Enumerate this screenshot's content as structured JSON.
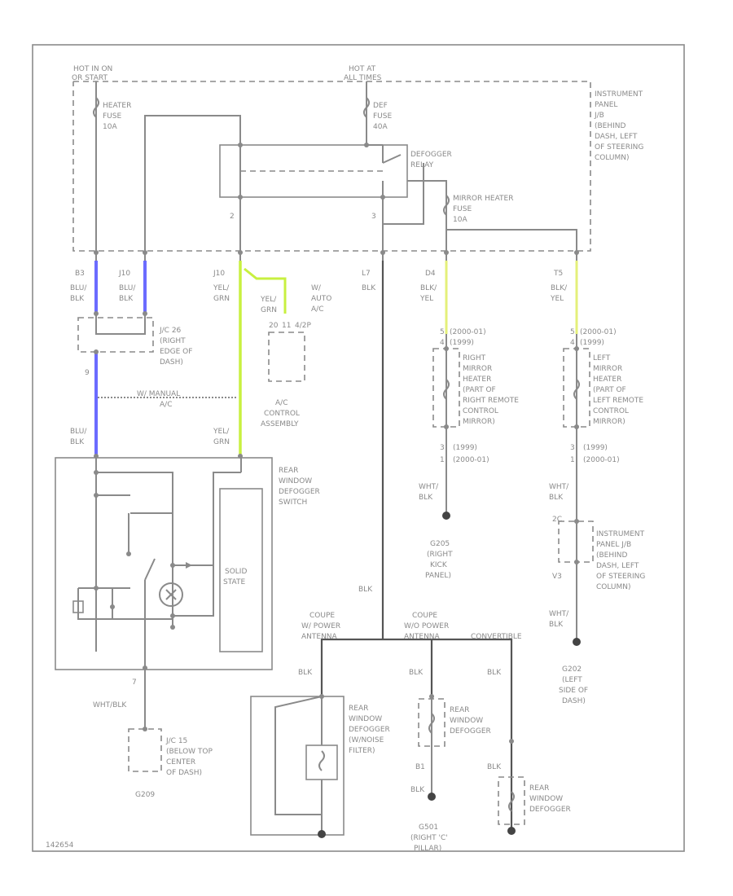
{
  "colors": {
    "wire": "#8a8a8a",
    "blue_wire": "#6b6bff",
    "yellow_green_wire": "#c8f040",
    "yellow_wire": "#e4f07a",
    "ground": "#444444"
  },
  "labels": {
    "hot_in_on_top": "HOT IN ON",
    "hot_in_on_bottom": "OR START",
    "hot_at_top": "HOT AT",
    "hot_at_bottom": "ALL TIMES",
    "heater_fuse": [
      "HEATER",
      "FUSE",
      "10A"
    ],
    "def_fuse": [
      "DEF",
      "FUSE",
      "40A"
    ],
    "defogger_relay": [
      "DEFOGGER",
      "RELAY"
    ],
    "mirror_heater_fuse": [
      "MIRROR HEATER",
      "FUSE",
      "10A"
    ],
    "instrument_panel_jb": [
      "INSTRUMENT",
      "PANEL",
      "J/B",
      "(BEHIND",
      "DASH, LEFT",
      "OF STEERING",
      "COLUMN)"
    ],
    "relay_pin_left": "2",
    "relay_pin_right": "3",
    "conn_b3": "B3",
    "conn_j10_a": "J10",
    "conn_j10_b": "J10",
    "conn_l7": "L7",
    "conn_d4": "D4",
    "conn_t5": "T5",
    "wire_blu_blk_1": [
      "BLU/",
      "BLK"
    ],
    "wire_blu_blk_2": [
      "BLU/",
      "BLK"
    ],
    "wire_yel_grn_1": [
      "YEL/",
      "GRN"
    ],
    "wire_blk_1": "BLK",
    "wire_blk_yel_1": [
      "BLK/",
      "YEL"
    ],
    "wire_blk_yel_2": [
      "BLK/",
      "YEL"
    ],
    "jc_right_edge": [
      "J/C 26",
      "(RIGHT",
      "EDGE OF",
      "DASH)"
    ],
    "jc_pin_9": "9",
    "yel_grn_auto": [
      "YEL/",
      "GRN"
    ],
    "auto_ac_label": [
      "W/",
      "AUTO",
      "A/C"
    ],
    "ac_pins": [
      "20",
      "11",
      "4/2P"
    ],
    "ac_control": [
      "A/C",
      "CONTROL",
      "ASSEMBLY"
    ],
    "w_manual_ac": [
      "W/ MANUAL",
      "A/C"
    ],
    "wire_blu_blk_3": [
      "BLU/",
      "BLK"
    ],
    "wire_yel_grn_2": [
      "YEL/",
      "GRN"
    ],
    "rear_defogger_switch": [
      "REAR",
      "WINDOW",
      "DEFOGGER",
      "SWITCH"
    ],
    "solid_state": [
      "SOLID",
      "STATE"
    ],
    "switch_pin_7": "7",
    "wht_blk_1": "WHT/BLK",
    "jc_below": [
      "J/C 15",
      "(BELOW TOP",
      "CENTER",
      "OF DASH)"
    ],
    "g209": "G209",
    "mirror_right_pins": [
      "5",
      "(2000-01)",
      "4",
      "(1999)"
    ],
    "right_mirror_heater": [
      "RIGHT",
      "MIRROR",
      "HEATER",
      "(PART OF",
      "RIGHT REMOTE",
      "CONTROL",
      "MIRROR)"
    ],
    "mirror_right_bottom_pins": [
      "3",
      "(1999)",
      "1",
      "(2000-01)"
    ],
    "wht_blk_2": [
      "WHT/",
      "BLK"
    ],
    "g205": [
      "G205",
      "(RIGHT",
      "KICK",
      "PANEL)"
    ],
    "mirror_left_pins": [
      "5",
      "(2000-01)",
      "4",
      "(1999)"
    ],
    "left_mirror_heater": [
      "LEFT",
      "MIRROR",
      "HEATER",
      "(PART OF",
      "LEFT REMOTE",
      "CONTROL",
      "MIRROR)"
    ],
    "mirror_left_bottom_pins": [
      "3",
      "(1999)",
      "1",
      "(2000-01)"
    ],
    "wht_blk_3": [
      "WHT/",
      "BLK"
    ],
    "ip_jb_lower": [
      "INSTRUMENT",
      "PANEL J/B",
      "(BEHIND",
      "DASH, LEFT",
      "OF STEERING",
      "COLUMN)"
    ],
    "jb_pins": [
      "2C",
      "V3"
    ],
    "wht_blk_4": [
      "WHT/",
      "BLK"
    ],
    "g202": [
      "G202",
      "(LEFT",
      "SIDE OF",
      "DASH)"
    ],
    "wire_blk_2": "BLK",
    "coupe_w_power": [
      "COUPE",
      "W/ POWER",
      "ANTENNA"
    ],
    "coupe_wo_power": [
      "COUPE",
      "W/O POWER",
      "ANTENNA"
    ],
    "convertible": "CONVERTIBLE",
    "blk_a": "BLK",
    "blk_b": "BLK",
    "blk_c": "BLK",
    "blk_d": "BLK",
    "blk_e": "BLK",
    "rear_defogger_noise": [
      "REAR",
      "WINDOW",
      "DEFOGGER",
      "(W/NOISE",
      "FILTER)"
    ],
    "rear_defogger_1": [
      "REAR",
      "WINDOW",
      "DEFOGGER"
    ],
    "rear_defogger_2": [
      "REAR",
      "WINDOW",
      "DEFOGGER"
    ],
    "b1_pin": "B1",
    "g501": [
      "G501",
      "(RIGHT 'C'",
      "PILLAR)"
    ],
    "figure_id": "142654"
  }
}
